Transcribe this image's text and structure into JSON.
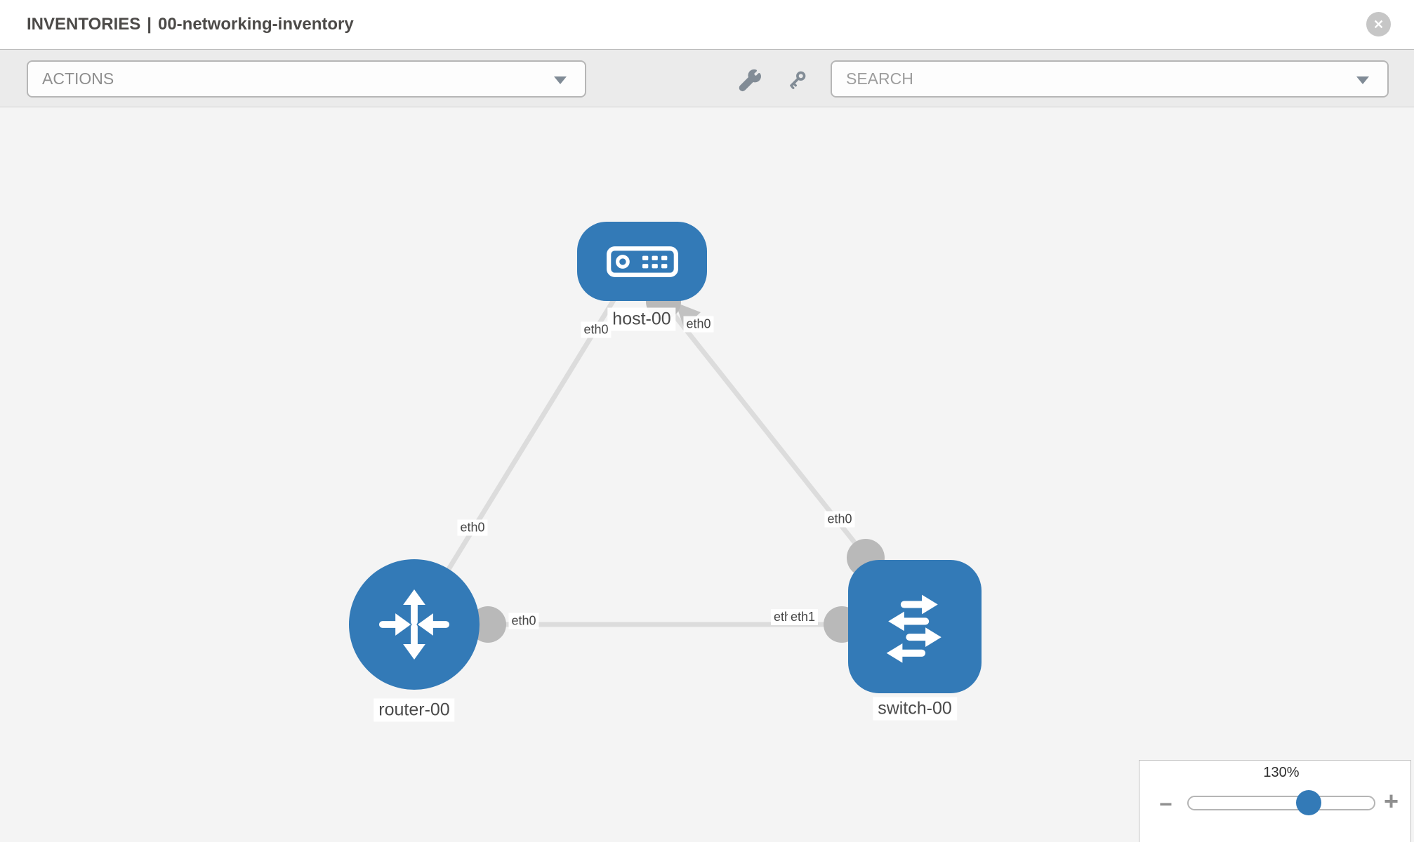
{
  "header": {
    "section": "INVENTORIES",
    "separator": "|",
    "inventory_name": "00-networking-inventory"
  },
  "toolbar": {
    "actions_label": "ACTIONS",
    "search_placeholder": "SEARCH"
  },
  "icons": {
    "close": "✕",
    "minus": "−",
    "plus": "+"
  },
  "topology": {
    "nodes": {
      "host": {
        "label": "host-00",
        "type": "host"
      },
      "router": {
        "label": "router-00",
        "type": "router"
      },
      "switch": {
        "label": "switch-00",
        "type": "switch"
      }
    },
    "links": [
      {
        "from": "router-00",
        "to": "host-00",
        "from_port": "eth0",
        "to_port": "eth0"
      },
      {
        "from": "switch-00",
        "to": "host-00",
        "from_port": "eth0",
        "to_port": "eth0"
      },
      {
        "from": "router-00",
        "to": "switch-00",
        "from_port": "eth0",
        "to_port": "eth1"
      }
    ],
    "port_labels": {
      "host_left": "eth0",
      "host_right": "eth0",
      "diag_left_mid": "eth0",
      "diag_right_mid": "eth0",
      "horizontal_near_router": "eth0",
      "horizontal_near_switch_back": "eth0",
      "horizontal_near_switch_front": "eth1"
    }
  },
  "zoom_control": {
    "level": "130%"
  },
  "colors": {
    "node_blue": "#337ab7",
    "link_gray": "#dcdcdc",
    "endpoint_gray": "#b9b9b9",
    "canvas_bg": "#f4f4f4",
    "toolbar_bg": "#ebebeb"
  }
}
